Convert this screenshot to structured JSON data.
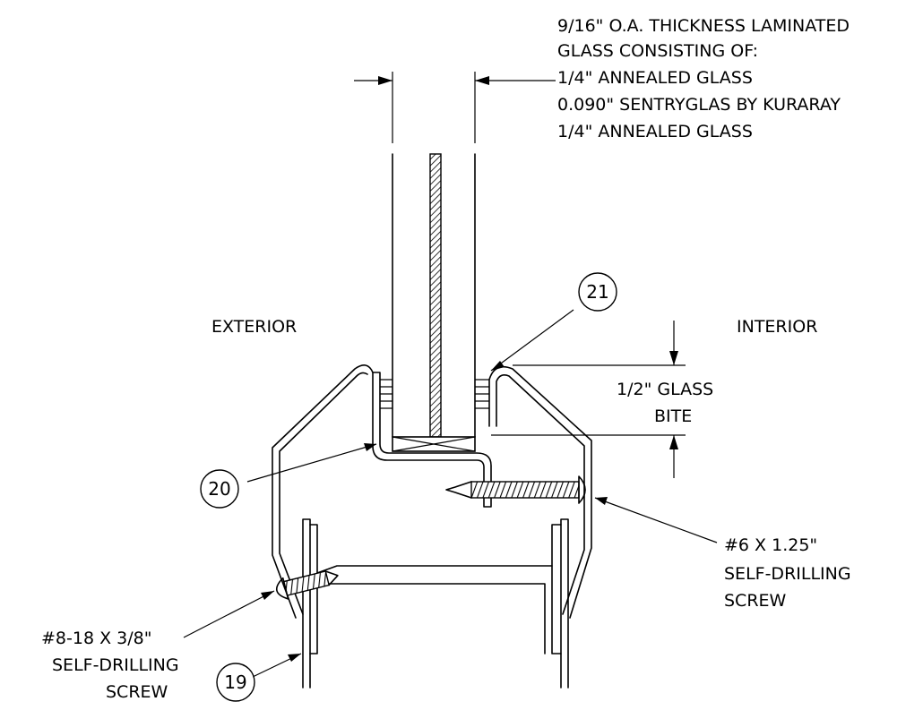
{
  "notes": {
    "glass_line1": "9/16\" O.A. THICKNESS LAMINATED",
    "glass_line2": "GLASS CONSISTING OF:",
    "glass_line3": "1/4\" ANNEALED GLASS",
    "glass_line4": "0.090\" SENTRYGLAS BY KURARAY",
    "glass_line5": "1/4\" ANNEALED GLASS",
    "exterior": "EXTERIOR",
    "interior": "INTERIOR",
    "bite_line1": "1/2\" GLASS",
    "bite_line2": "BITE",
    "screw6_line1": "#6 X 1.25\"",
    "screw6_line2": "SELF-DRILLING",
    "screw6_line3": "SCREW",
    "screw8_line1": "#8-18 X 3/8\"",
    "screw8_line2": "SELF-DRILLING",
    "screw8_line3": "SCREW"
  },
  "callouts": {
    "c19": "19",
    "c20": "20",
    "c21": "21"
  }
}
